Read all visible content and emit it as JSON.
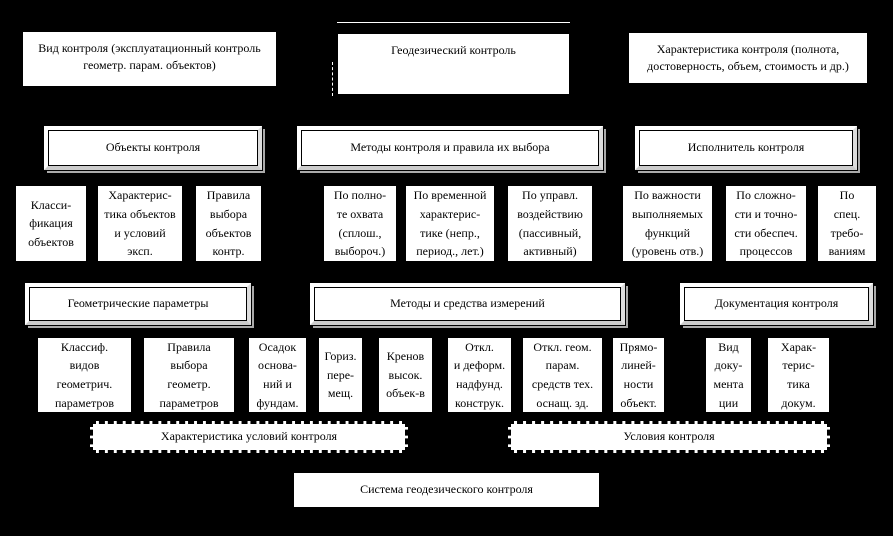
{
  "diagram": {
    "top": [
      {
        "text": "Вид контроля (эксплуатационный контроль\nгеометр. парам. объектов)"
      },
      {
        "text": "Геодезический контроль"
      },
      {
        "text": "Характеристика контроля (полнота,\nдостоверность, объем, стоимость и др.)"
      }
    ],
    "headers1": [
      {
        "text": "Объекты контроля"
      },
      {
        "text": "Методы контроля и правила их выбора"
      },
      {
        "text": "Исполнитель контроля"
      }
    ],
    "row1": [
      {
        "text": "Класси-\nфикация\nобъектов"
      },
      {
        "text": "Характерис-\nтика объектов\nи условий\nэксп."
      },
      {
        "text": "Правила\nвыбора\nобъектов\nконтр."
      },
      {
        "text": "По полно-\nте охвата\n(сплош.,\nвыбороч.)"
      },
      {
        "text": "По временной\nхарактерис-\nтике (непр.,\nпериод., лет.)"
      },
      {
        "text": "По управл.\nвоздействию\n(пассивный,\nактивный)"
      },
      {
        "text": "По важности\nвыполняемых\nфункций\n(уровень отв.)"
      },
      {
        "text": "По сложно-\nсти и точно-\nсти обеспеч.\nпроцессов"
      },
      {
        "text": "По\nспец.\nтребо-\nваниям"
      }
    ],
    "headers2": [
      {
        "text": "Геометрические параметры"
      },
      {
        "text": "Методы и средства измерений"
      },
      {
        "text": "Документация контроля"
      }
    ],
    "row2": [
      {
        "text": "Классиф.\nвидов\nгеометрич.\nпараметров"
      },
      {
        "text": "Правила\nвыбора\nгеометр.\nпараметров"
      },
      {
        "text": "Осадок\nоснова-\nний и\nфундам."
      },
      {
        "text": "Гориз.\nпере-\nмещ."
      },
      {
        "text": "Кренов\nвысок.\nобъек-в"
      },
      {
        "text": "Откл.\nи деформ.\nнадфунд.\nконструк."
      },
      {
        "text": "Откл. геом.\nпарам.\nсредств тех.\nоснащ. зд."
      },
      {
        "text": "Прямо-\nлиней-\nности\nобъект."
      },
      {
        "text": "Вид\nдоку-\nмента\nции"
      },
      {
        "text": "Харак-\nтерис-\nтика\nдокум."
      }
    ],
    "dashed": [
      {
        "text": "Характеристика условий контроля"
      },
      {
        "text": "Условия контроля"
      }
    ],
    "bottom": {
      "text": "Система геодезического контроля"
    }
  },
  "colors": {
    "background": "#000000",
    "box_fill": "#ffffff",
    "text": "#000000",
    "bevel_shadow": "#aaaaaa"
  }
}
